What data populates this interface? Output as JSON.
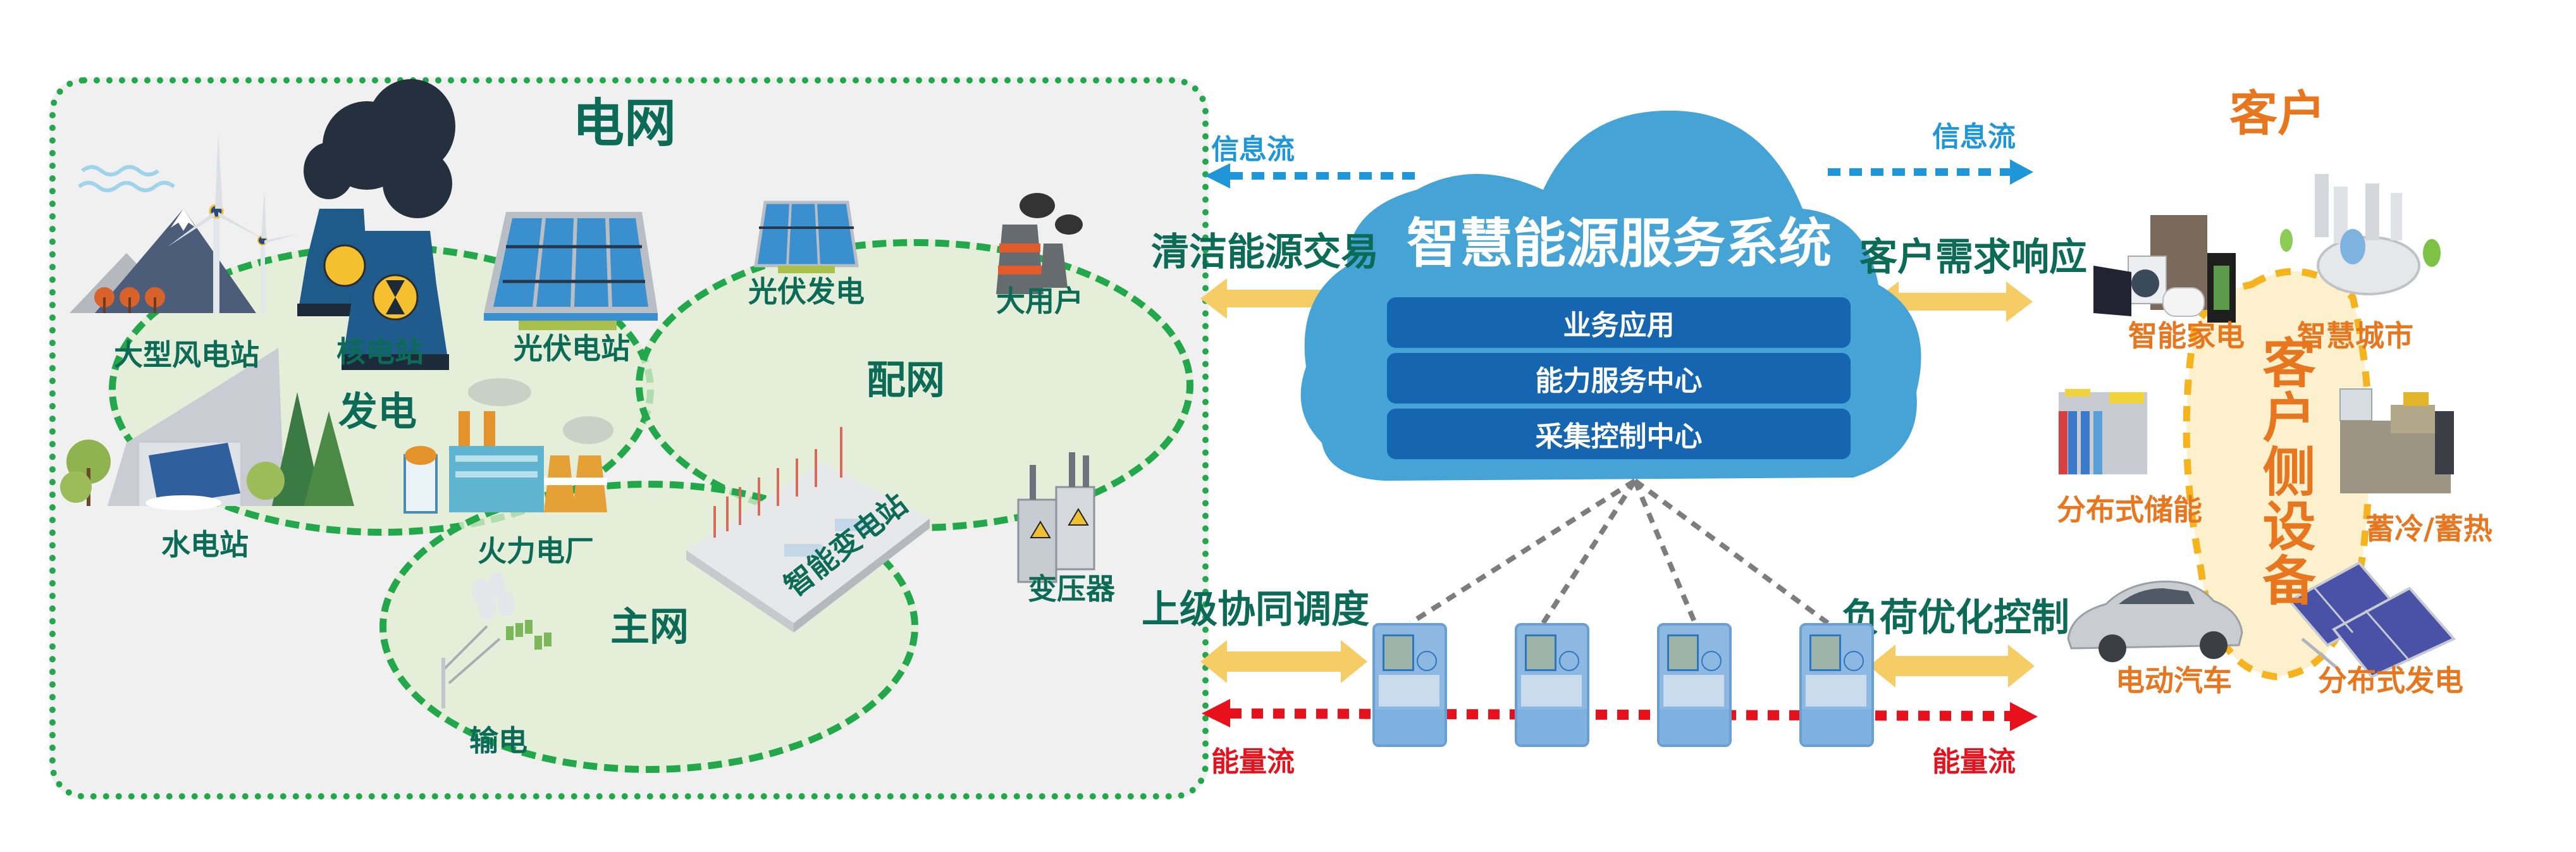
{
  "grid_panel": {
    "title": "电网",
    "zones": {
      "generation": "发电",
      "distribution": "配网",
      "main_grid": "主网"
    },
    "items": {
      "wind_farm": "大型风电站",
      "nuclear_plant": "核电站",
      "pv_plant": "光伏电站",
      "hydro_plant": "水电站",
      "thermal_plant": "火力电厂",
      "pv_generation": "光伏发电",
      "large_user": "大用户",
      "smart_substation": "智能变电站",
      "transformer": "变压器",
      "transmission": "输电"
    }
  },
  "cloud": {
    "title": "智慧能源服务系统",
    "layers": [
      "业务应用",
      "能力服务中心",
      "采集控制中心"
    ]
  },
  "flows": {
    "info_flow_left": "信息流",
    "info_flow_right": "信息流",
    "energy_flow_left": "能量流",
    "energy_flow_right": "能量流",
    "clean_energy_trading": "清洁能源交易",
    "customer_demand_response": "客户需求响应",
    "upper_coordinated_dispatch": "上级协同调度",
    "load_optimization_control": "负荷优化控制"
  },
  "meters": {
    "count": 4,
    "icon": "smart-meter-icon"
  },
  "customer_panel": {
    "title": "客户",
    "center_label": "客户侧设备",
    "items": {
      "smart_appliances": "智能家电",
      "smart_city": "智慧城市",
      "distributed_storage": "分布式储能",
      "cold_heat_storage": "蓄冷/蓄热",
      "electric_vehicle": "电动汽车",
      "distributed_generation": "分布式发电"
    }
  },
  "colors": {
    "grid_green": "#22a84a",
    "text_green": "#0b6b57",
    "customer_orange": "#e8761f",
    "customer_border": "#f5b41e",
    "cloud_blue": "#45a3d6",
    "layer_blue": "#1565b0",
    "info_flow_blue": "#1e96d8",
    "energy_flow_red": "#e8111b",
    "arrow_yellow": "#f6cd64"
  }
}
